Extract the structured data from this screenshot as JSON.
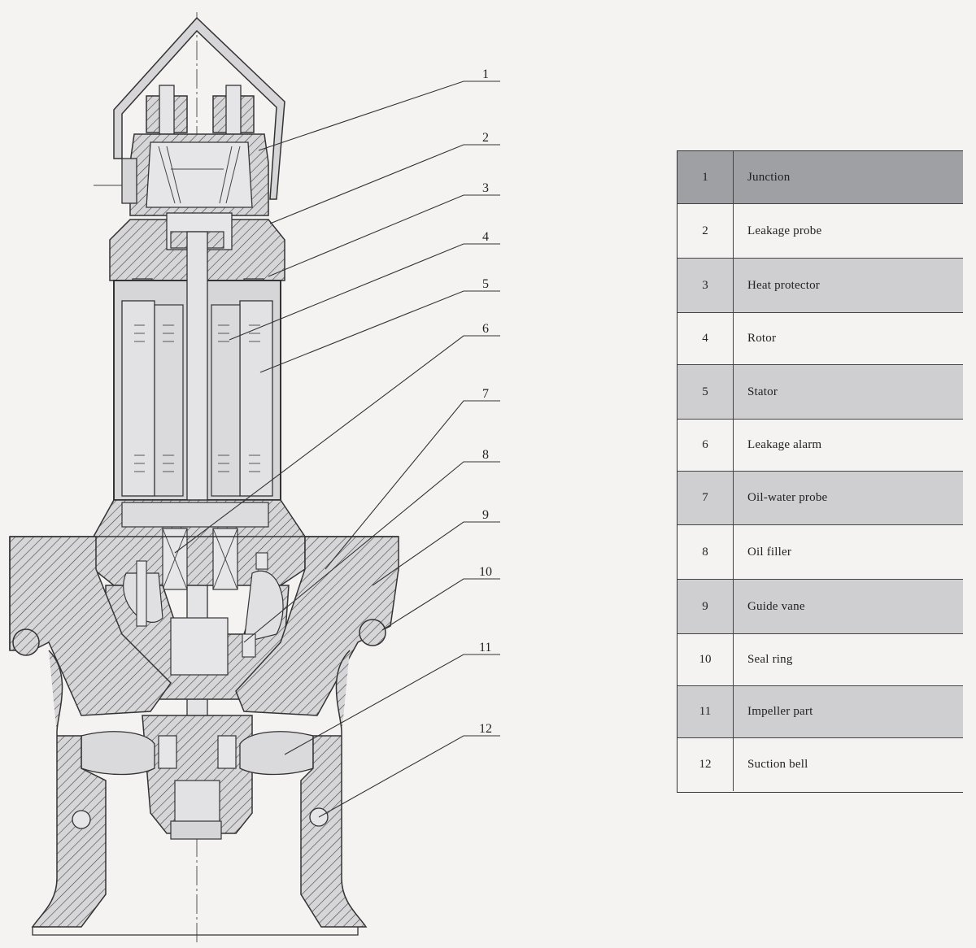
{
  "callouts": [
    "1",
    "2",
    "3",
    "4",
    "5",
    "6",
    "7",
    "8",
    "9",
    "10",
    "11",
    "12"
  ],
  "legend": [
    {
      "num": "1",
      "name": "Junction"
    },
    {
      "num": "2",
      "name": "Leakage probe"
    },
    {
      "num": "3",
      "name": "Heat protector"
    },
    {
      "num": "4",
      "name": "Rotor"
    },
    {
      "num": "5",
      "name": "Stator"
    },
    {
      "num": "6",
      "name": "Leakage alarm"
    },
    {
      "num": "7",
      "name": "Oil-water probe"
    },
    {
      "num": "8",
      "name": "Oil filler"
    },
    {
      "num": "9",
      "name": "Guide vane"
    },
    {
      "num": "10",
      "name": "Seal ring"
    },
    {
      "num": "11",
      "name": "Impeller part"
    },
    {
      "num": "12",
      "name": "Suction bell"
    }
  ],
  "colors": {
    "line": "#333333",
    "fill": "#d6d6d8",
    "shade_dark": "#9fa0a4",
    "shade_light": "#cfcfd2"
  }
}
